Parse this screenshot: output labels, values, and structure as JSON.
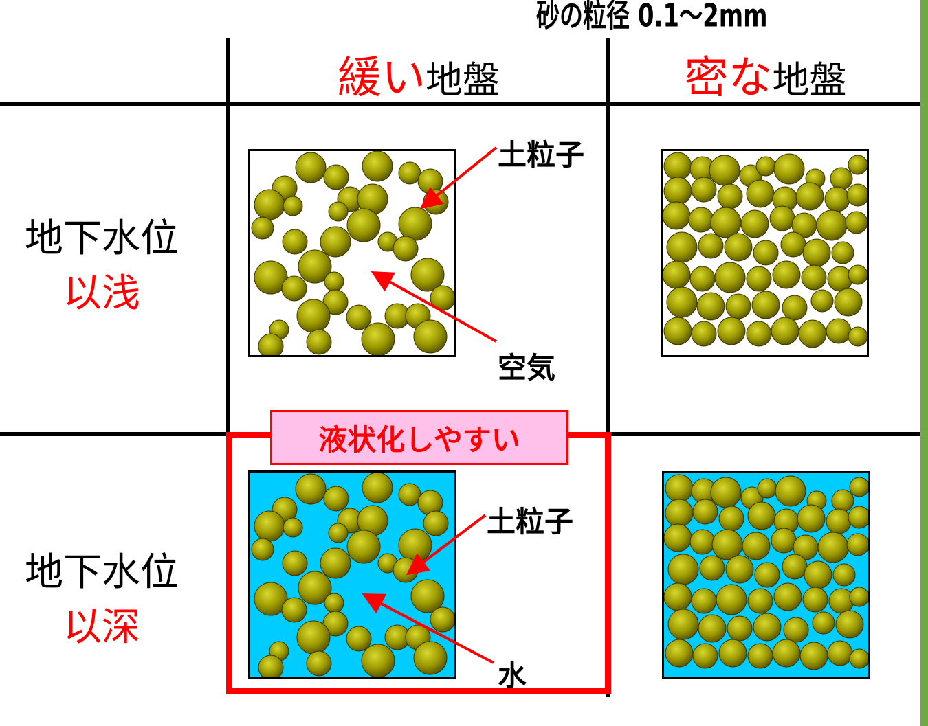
{
  "note": "砂の粒径 0.1～2mm",
  "columns": [
    {
      "emphasis": "緩い",
      "suffix": "地盤"
    },
    {
      "emphasis": "密な",
      "suffix": "地盤"
    }
  ],
  "rows": [
    {
      "line1": "地下水位",
      "line2": "以浅"
    },
    {
      "line1": "地下水位",
      "line2": "以深"
    }
  ],
  "labels": {
    "particle_top": "土粒子",
    "air": "空気",
    "particle_bottom": "土粒子",
    "water": "水"
  },
  "callout": "液状化しやすい",
  "colors": {
    "emphasis_red": "#ff0000",
    "particle": "#9c9a00",
    "water": "#00ccff",
    "callout_bg": "#ffc0ea",
    "side_bar": "#6fa845"
  }
}
